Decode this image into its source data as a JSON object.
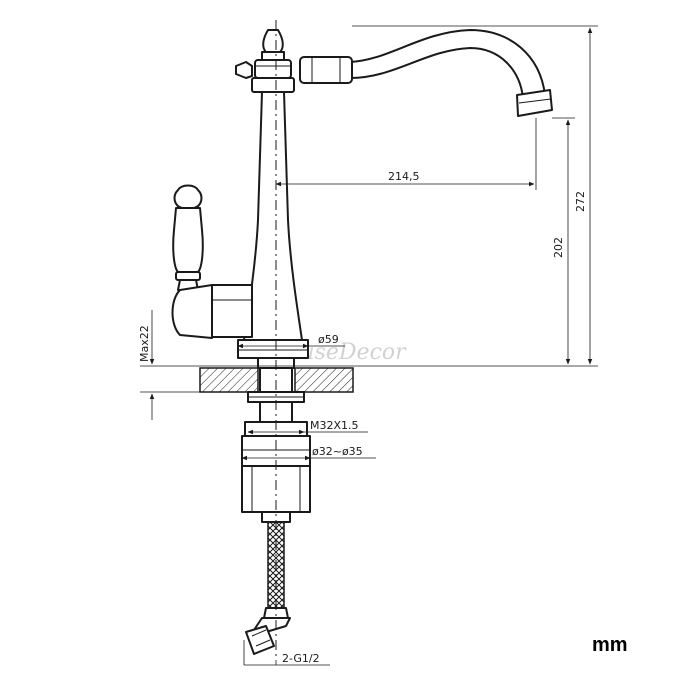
{
  "diagram": {
    "dimensions": {
      "spout_reach": "214,5",
      "total_height": "272",
      "spout_height": "202",
      "max_deck": "Max22",
      "base_diameter": "ø59",
      "thread": "M32X1.5",
      "hole_diameter": "ø32~ø35",
      "hose_connection": "2-G1/2"
    },
    "watermark": "HouseDecor",
    "unit_label": "mm"
  }
}
